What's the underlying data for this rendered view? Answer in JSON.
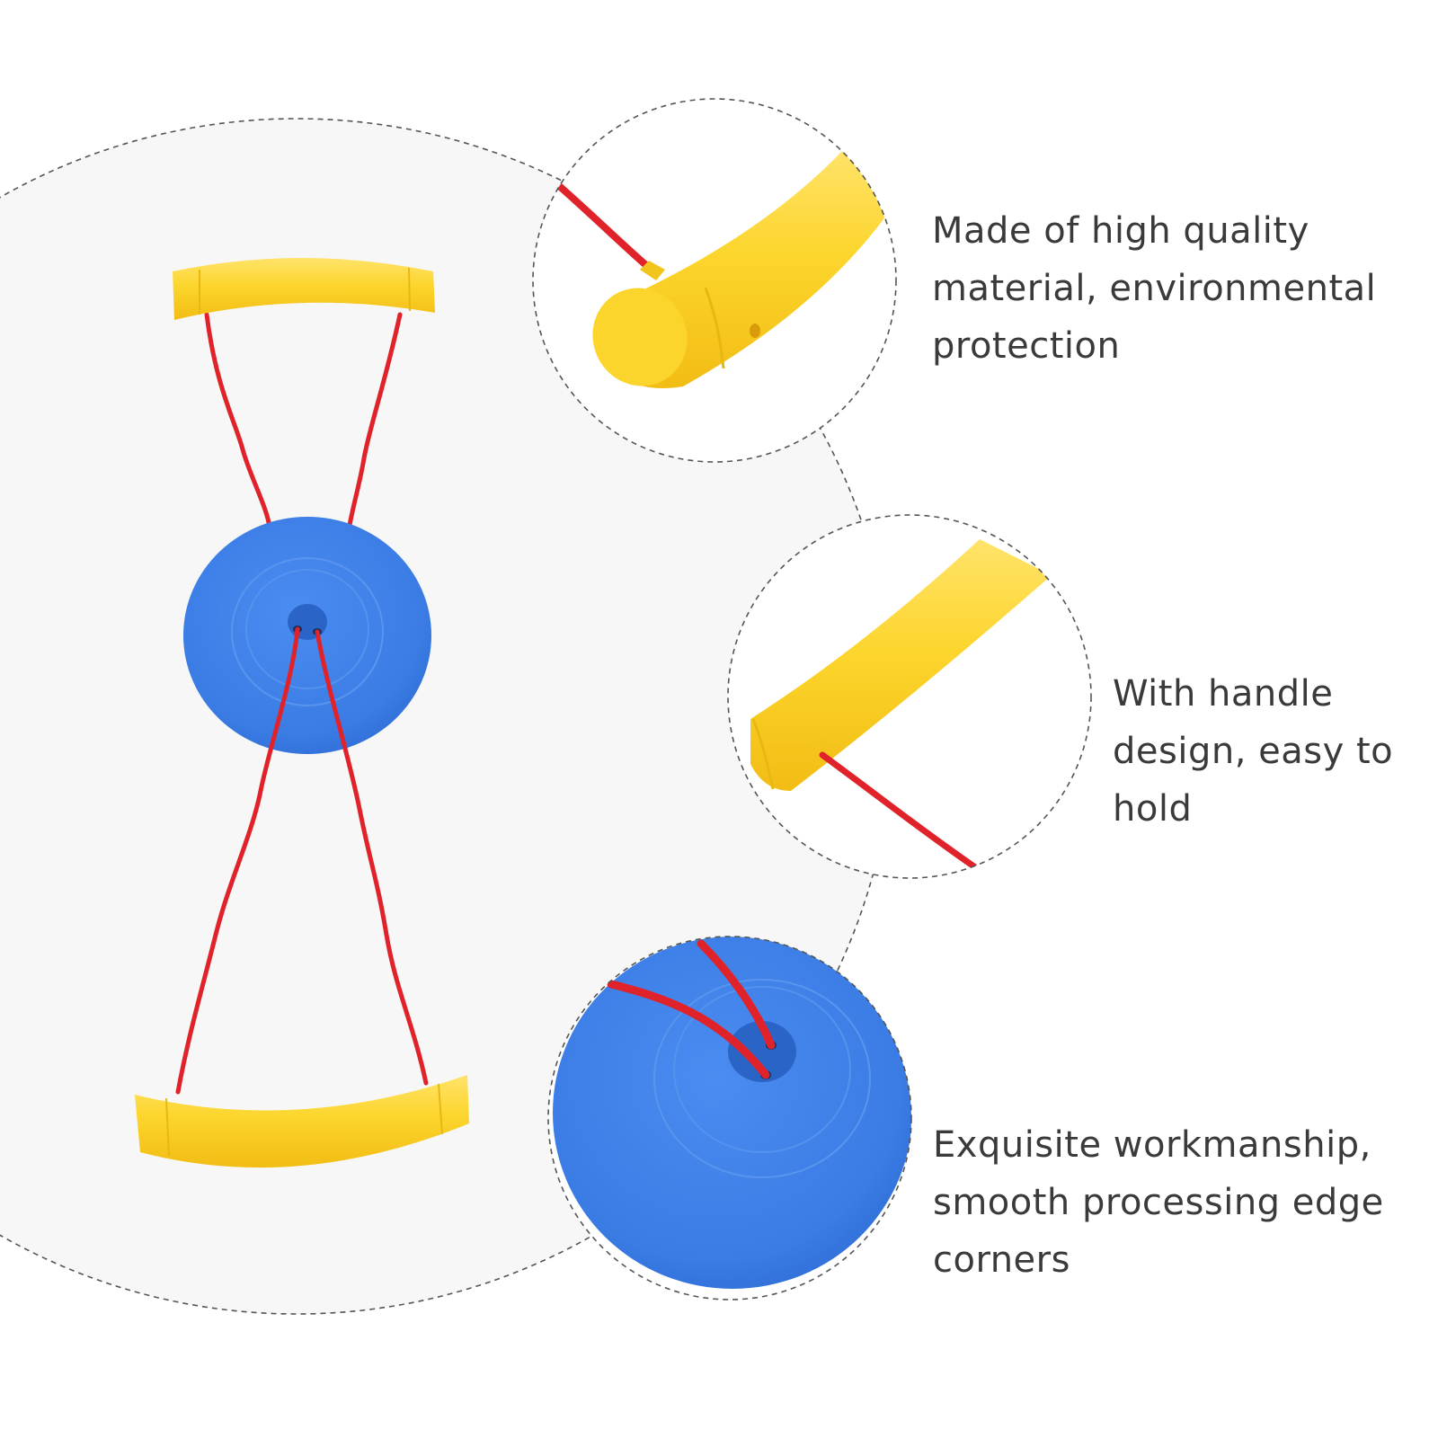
{
  "captions": {
    "material": "Made of high quality\nmaterial, environmental\nprotection",
    "handle": "With handle\ndesign, easy to\nhold",
    "workmanship": "Exquisite workmanship,\nsmooth processing edge\ncorners"
  },
  "colors": {
    "handle_yellow": "#fcd52c",
    "disc_blue": "#3b7fe6",
    "rope_red": "#e0232b",
    "background_circle": "#f7f7f7",
    "dashed_outline": "#555555",
    "caption_text": "#3a3a3a"
  }
}
